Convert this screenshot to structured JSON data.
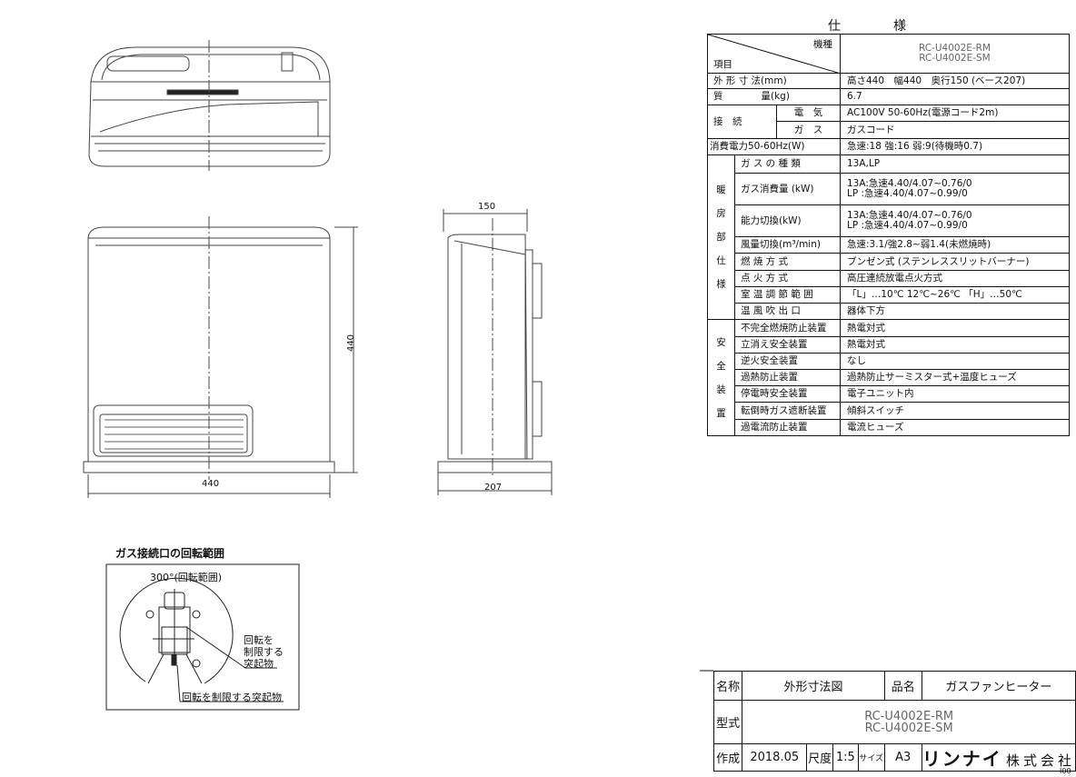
{
  "spec": {
    "title": "仕　様",
    "header": {
      "model_label": "機種",
      "item_label": "項目",
      "models": [
        "RC-U4002E-RM",
        "RC-U4002E-SM"
      ]
    },
    "rows": [
      {
        "label": "外 形 寸 法(mm)",
        "value": "高さ440　幅440　奥行150 (ベース207)"
      },
      {
        "label": "質　　　　量(kg)",
        "value": "6.7"
      },
      {
        "group": "接　続",
        "label": "電　気",
        "value": "AC100V 50-60Hz(電源コード2m)"
      },
      {
        "label": "ガ　ス",
        "value": "ガスコード"
      },
      {
        "label": "消費電力50-60Hz(W)",
        "value": "急速:18 強:16 弱:9(待機時0.7)"
      }
    ],
    "heating_group": "暖房部仕様",
    "heating": [
      {
        "label": "ガ ス の 種 類",
        "value": [
          "13A,LP"
        ]
      },
      {
        "label": "ガス消費量 (kW)",
        "value": [
          "13A:急速4.40/4.07~0.76/0",
          "LP :急速4.40/4.07~0.99/0"
        ]
      },
      {
        "label": "能力切換(kW)",
        "value": [
          "13A:急速4.40/4.07~0.76/0",
          "LP :急速4.40/4.07~0.99/0"
        ]
      },
      {
        "label": "風量切換(m³/min)",
        "value": [
          "急速:3.1/強2.8~弱1.4(未燃焼時)"
        ]
      },
      {
        "label": "燃 焼 方 式",
        "value": [
          "ブンゼン式 (ステンレススリットバーナー)"
        ]
      },
      {
        "label": "点 火 方 式",
        "value": [
          "高圧連続放電点火方式"
        ]
      },
      {
        "label": "室 温 調 節 範 囲",
        "value": [
          "「L」…10℃ 12℃~26℃ 「H」…50℃"
        ]
      },
      {
        "label": "温 風 吹 出 口",
        "value": [
          "器体下方"
        ]
      }
    ],
    "safety_group": "安全装置",
    "safety": [
      {
        "label": "不完全燃焼防止装置",
        "value": "熱電対式"
      },
      {
        "label": "立消え安全装置",
        "value": "熱電対式"
      },
      {
        "label": "逆火安全装置",
        "value": "なし"
      },
      {
        "label": "過熱防止装置",
        "value": "過熱防止サーミスター式+温度ヒューズ"
      },
      {
        "label": "停電時安全装置",
        "value": "電子ユニット内"
      },
      {
        "label": "転倒時ガス遮断装置",
        "value": "傾斜スイッチ"
      },
      {
        "label": "過電流防止装置",
        "value": "電流ヒューズ"
      }
    ]
  },
  "dimensions": {
    "height": "440",
    "width": "440",
    "depth": "150",
    "base": "207"
  },
  "rotation": {
    "title": "ガス接続口の回転範囲",
    "range_label": "300°(回転範囲)",
    "callout_right": [
      "回転を",
      "制限する",
      "突起物"
    ],
    "callout_bottom": "回転を制限する突起物"
  },
  "title_block": {
    "name_label": "名称",
    "name": "外形寸法図",
    "product_label": "品名",
    "product": "ガスファンヒーター",
    "model_label": "型式",
    "models": [
      "RC-U4002E-RM",
      "RC-U4002E-SM"
    ],
    "created_label": "作成",
    "created": "2018.05",
    "scale_label": "尺度",
    "scale": "1:5",
    "size_label": "サイズ",
    "size": "A3",
    "company_logo": "リンナイ",
    "company_suffix": "株式会社",
    "sheet_code": "I00"
  }
}
